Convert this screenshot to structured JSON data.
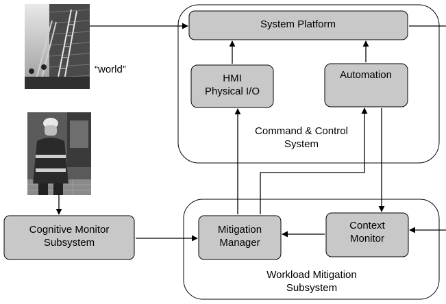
{
  "labels": {
    "world": "“world”",
    "system_platform": "System Platform",
    "hmi_line1": "HMI",
    "hmi_line2": "Physical I/O",
    "automation": "Automation",
    "command_control_line1": "Command & Control",
    "command_control_line2": "System",
    "cognitive_monitor_line1": "Cognitive Monitor",
    "cognitive_monitor_line2": "Subsystem",
    "mitigation_manager_line1": "Mitigation",
    "mitigation_manager_line2": "Manager",
    "context_monitor_line1": "Context",
    "context_monitor_line2": "Monitor",
    "workload_mitigation_line1": "Workload Mitigation",
    "workload_mitigation_line2": "Subsystem"
  },
  "images": {
    "world_photo": "firefighters-ladder-building-photo",
    "operator_photo": "firefighter-with-radio-photo"
  },
  "colors": {
    "box_fill": "#c8c8c8",
    "stroke": "#000000",
    "background": "#ffffff"
  }
}
